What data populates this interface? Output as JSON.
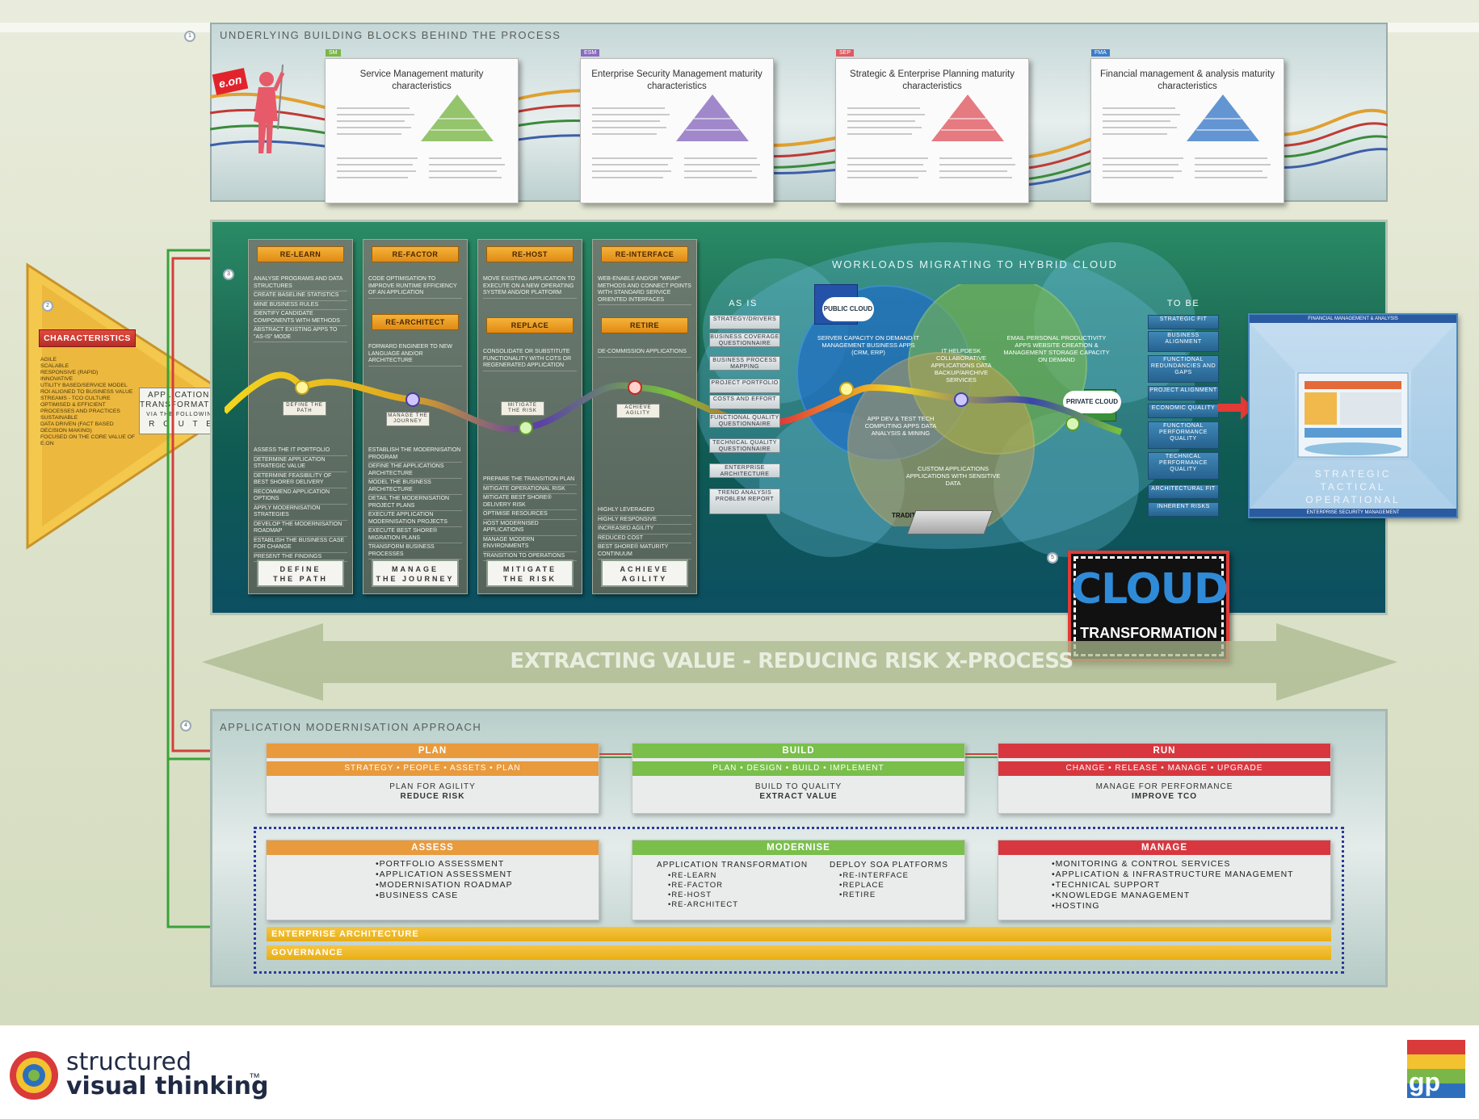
{
  "top": {
    "title": "UNDERLYING BUILDING BLOCKS BEHIND THE PROCESS",
    "blocks": [
      {
        "tag": "SM",
        "title": "Service Management maturity characteristics",
        "color": "#7ab648"
      },
      {
        "tag": "ESM",
        "title": "Enterprise Security Management maturity characteristics",
        "color": "#8a6bbf"
      },
      {
        "tag": "SEP",
        "title": "Strategic & Enterprise Planning maturity characteristics",
        "color": "#e05a62"
      },
      {
        "tag": "FMA",
        "title": "Financial management & analysis maturity characteristics",
        "color": "#3d7cc9"
      }
    ],
    "eon_logo": "e.on"
  },
  "characteristics": {
    "title": "CHARACTERISTICS",
    "items": [
      "AGILE",
      "SCALABLE",
      "RESPONSIVE (RAPID)",
      "INNOVATIVE",
      "UTILITY BASED/SERVICE MODEL",
      "ROI ALIGNED TO BUSINESS VALUE STREAMS - TCO CULTURE",
      "OPTIMISED & EFFICIENT PROCESSES AND PRACTICES",
      "SUSTAINABLE",
      "DATA DRIVEN (FACT BASED DECISION MAKING)",
      "FOCUSED ON THE CORE VALUE OF E.ON"
    ]
  },
  "route": {
    "line1": "APPLICATIONS",
    "line2": "TRANSFORMATION",
    "line3": "VIA THE FOLLOWING",
    "line4": "R O U T E"
  },
  "columns": [
    {
      "top_label": "RE-LEARN",
      "top_items": [
        "ANALYSE PROGRAMS AND DATA STRUCTURES",
        "CREATE BASELINE STATISTICS",
        "MINE BUSINESS RULES",
        "IDENTIFY CANDIDATE COMPONENTS WITH METHODS",
        "ABSTRACT EXISTING APPS TO \"AS-IS\" MODE"
      ],
      "mid_label": "",
      "mid_items": [],
      "route_tag": "DEFINE THE PATH",
      "bottom_items": [
        "ASSESS THE IT PORTFOLIO",
        "DETERMINE APPLICATION STRATEGIC VALUE",
        "DETERMINE FEASIBILITY OF BEST SHORE® DELIVERY",
        "RECOMMEND APPLICATION OPTIONS",
        "APPLY MODERNISATION STRATEGIES",
        "DEVELOP THE MODERNISATION ROADMAP",
        "ESTABLISH THE BUSINESS CASE FOR CHANGE",
        "PRESENT THE FINDINGS"
      ],
      "stage_line1": "DEFINE",
      "stage_line2": "THE PATH"
    },
    {
      "top_label": "RE-FACTOR",
      "top_items": [
        "CODE OPTIMISATION TO IMPROVE RUNTIME EFFICIENCY OF AN APPLICATION"
      ],
      "mid_label": "RE-ARCHITECT",
      "mid_items": [
        "FORWARD ENGINEER TO NEW LANGUAGE AND/OR ARCHITECTURE"
      ],
      "route_tag": "MANAGE THE JOURNEY",
      "bottom_items": [
        "ESTABLISH THE MODERNISATION PROGRAM",
        "DEFINE THE APPLICATIONS ARCHITECTURE",
        "MODEL THE BUSINESS ARCHITECTURE",
        "DETAIL THE MODERNISATION PROJECT PLANS",
        "EXECUTE APPLICATION MODERNISATION PROJECTS",
        "EXECUTE BEST SHORE® MIGRATION PLANS",
        "TRANSFORM BUSINESS PROCESSES"
      ],
      "stage_line1": "MANAGE",
      "stage_line2": "THE JOURNEY"
    },
    {
      "top_label": "RE-HOST",
      "top_items": [
        "MOVE EXISTING APPLICATION TO EXECUTE ON A NEW OPERATING SYSTEM AND/OR PLATFORM"
      ],
      "mid_label": "REPLACE",
      "mid_items": [
        "CONSOLIDATE OR SUBSTITUTE FUNCTIONALITY WITH COTS OR REGENERATED APPLICATION"
      ],
      "route_tag": "MITIGATE THE RISK",
      "bottom_items": [
        "PREPARE THE TRANSITION PLAN",
        "MITIGATE OPERATIONAL RISK",
        "MITIGATE BEST SHORE® DELIVERY RISK",
        "OPTIMISE RESOURCES",
        "HOST MODERNISED APPLICATIONS",
        "MANAGE MODERN ENVIRONMENTS",
        "TRANSITION TO OPERATIONS"
      ],
      "stage_line1": "MITIGATE",
      "stage_line2": "THE RISK"
    },
    {
      "top_label": "RE-INTERFACE",
      "top_items": [
        "WEB-ENABLE AND/OR \"WRAP\" METHODS AND CONNECT POINTS WITH STANDARD SERVICE ORIENTED INTERFACES"
      ],
      "mid_label": "RETIRE",
      "mid_items": [
        "DE-COMMISSION APPLICATIONS"
      ],
      "route_tag": "ACHIEVE AGILITY",
      "bottom_items": [
        "HIGHLY LEVERAGED",
        "HIGHLY RESPONSIVE",
        "INCREASED AGILITY",
        "REDUCED COST",
        "BEST SHORE® MATURITY CONTINUUM"
      ],
      "stage_line1": "ACHIEVE",
      "stage_line2": "AGILITY"
    }
  ],
  "as_is": {
    "title": "AS IS",
    "items": [
      "STRATEGY/DRIVERS",
      "BUSINESS COVERAGE QUESTIONNAIRE",
      "BUSINESS PROCESS MAPPING",
      "PROJECT PORTFOLIO",
      "COSTS AND EFFORT",
      "FUNCTIONAL QUALITY QUESTIONNAIRE",
      "TECHNICAL QUALITY QUESTIONNAIRE",
      "ENTERPRISE ARCHITECTURE",
      "TREND ANALYSIS PROBLEM REPORT"
    ]
  },
  "to_be": {
    "title": "TO BE",
    "items": [
      "STRATEGIC FIT",
      "BUSINESS ALIGNMENT",
      "FUNCTIONAL REDUNDANCIES AND GAPS",
      "PROJECT ALIGNMENT",
      "ECONOMIC QUALITY",
      "FUNCTIONAL PERFORMANCE QUALITY",
      "TECHNICAL PERFORMANCE QUALITY",
      "ARCHITECTURAL FIT",
      "INHERENT RISKS"
    ]
  },
  "cloud": {
    "title": "WORKLOADS MIGRATING TO HYBRID CLOUD",
    "public": "PUBLIC CLOUD",
    "private": "PRIVATE CLOUD",
    "traditional": "TRADITIONAL IT",
    "public_text": "SERVER CAPACITY ON DEMAND IT MANAGEMENT BUSINESS APPS (CRM, ERP)",
    "overlap_pp_text": "IT HELPDESK COLLABORATIVE APPLICATIONS DATA BACKUP/ARCHIVE SERVICES",
    "private_text": "EMAIL PERSONAL PRODUCTIVITY APPS WEBSITE CREATION & MANAGEMENT STORAGE CAPACITY ON DEMAND",
    "center_text": "APP DEV & TEST TECH COMPUTING APPS DATA ANALYSIS & MINING",
    "traditional_text": "CUSTOM APPLICATIONS APPLICATIONS WITH SENSITIVE DATA"
  },
  "pyramid_panel": {
    "top": "FINANCIAL MANAGEMENT & ANALYSIS",
    "bottom": "ENTERPRISE SECURITY MANAGEMENT",
    "strategic": "STRATEGIC",
    "tactical": "TACTICAL",
    "operational": "OPERATIONAL"
  },
  "badge": {
    "line1": "CLOUD",
    "line2": "TRANSFORMATION"
  },
  "arrow_text": "EXTRACTING VALUE - REDUCING RISK X-PROCESS",
  "approach": {
    "title": "APPLICATION MODERNISATION APPROACH",
    "phases": [
      {
        "head": "PLAN",
        "sub": "STRATEGY • PEOPLE • ASSETS • PLAN",
        "line1": "PLAN FOR AGILITY",
        "line2": "REDUCE RISK",
        "color": "#e99a3c"
      },
      {
        "head": "BUILD",
        "sub": "PLAN • DESIGN • BUILD • IMPLEMENT",
        "line1": "BUILD TO QUALITY",
        "line2": "EXTRACT VALUE",
        "color": "#79bf4a"
      },
      {
        "head": "RUN",
        "sub": "CHANGE • RELEASE • MANAGE • UPGRADE",
        "line1": "MANAGE FOR PERFORMANCE",
        "line2": "IMPROVE TCO",
        "color": "#d8373f"
      }
    ],
    "assess": {
      "head": "ASSESS",
      "items": [
        "•PORTFOLIO ASSESSMENT",
        "•APPLICATION ASSESSMENT",
        "•MODERNISATION ROADMAP",
        "•BUSINESS CASE"
      ]
    },
    "modernise": {
      "head": "MODERNISE",
      "left_title": "APPLICATION TRANSFORMATION",
      "left_items": [
        "•RE-LEARN",
        "•RE-FACTOR",
        "•RE-HOST",
        "•RE-ARCHITECT"
      ],
      "right_title": "DEPLOY SOA PLATFORMS",
      "right_items": [
        "•RE-INTERFACE",
        "•REPLACE",
        "•RETIRE"
      ]
    },
    "manage": {
      "head": "MANAGE",
      "items": [
        "•MONITORING & CONTROL SERVICES",
        "•APPLICATION & INFRASTRUCTURE MANAGEMENT",
        "•TECHNICAL SUPPORT",
        "•KNOWLEDGE MANAGEMENT",
        "•HOSTING"
      ]
    },
    "bar1": "ENTERPRISE ARCHITECTURE",
    "bar2": "GOVERNANCE"
  },
  "footer": {
    "brand1": "structured",
    "brand2": "visual thinking",
    "tm": "™",
    "gp": "gp"
  }
}
